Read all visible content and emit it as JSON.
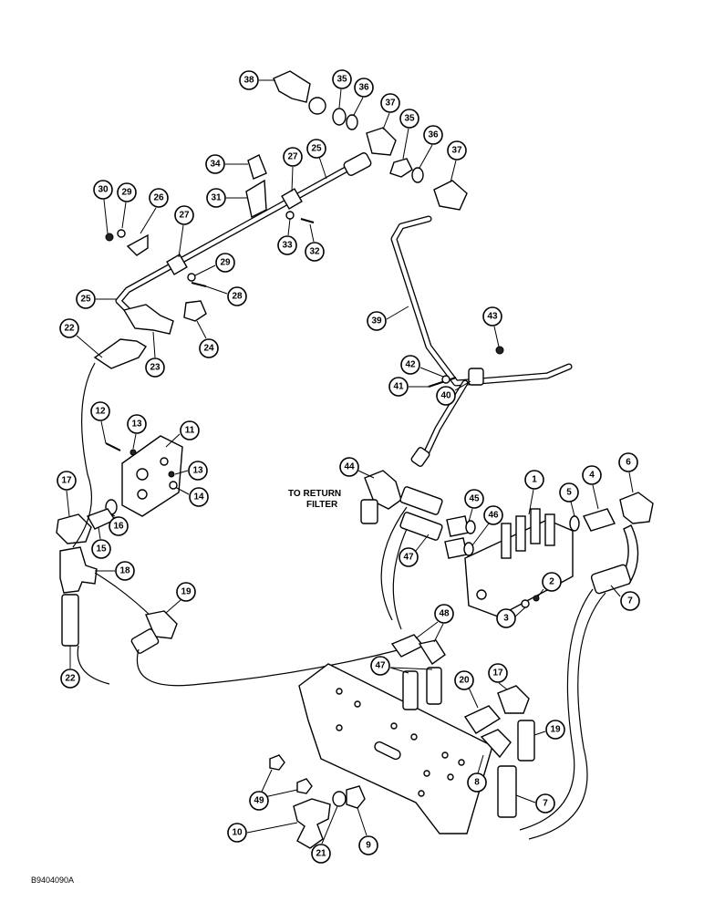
{
  "diagram": {
    "drawing_code": "B9404090A",
    "annotation_line1": "TO RETURN",
    "annotation_line2": "FILTER"
  },
  "callouts": [
    {
      "label": "38"
    },
    {
      "label": "35"
    },
    {
      "label": "36"
    },
    {
      "label": "37"
    },
    {
      "label": "35"
    },
    {
      "label": "36"
    },
    {
      "label": "37"
    },
    {
      "label": "34"
    },
    {
      "label": "27"
    },
    {
      "label": "25"
    },
    {
      "label": "31"
    },
    {
      "label": "30"
    },
    {
      "label": "29"
    },
    {
      "label": "26"
    },
    {
      "label": "27"
    },
    {
      "label": "33"
    },
    {
      "label": "32"
    },
    {
      "label": "29"
    },
    {
      "label": "28"
    },
    {
      "label": "25"
    },
    {
      "label": "22"
    },
    {
      "label": "23"
    },
    {
      "label": "24"
    },
    {
      "label": "39"
    },
    {
      "label": "43"
    },
    {
      "label": "42"
    },
    {
      "label": "41"
    },
    {
      "label": "40"
    },
    {
      "label": "12"
    },
    {
      "label": "13"
    },
    {
      "label": "11"
    },
    {
      "label": "13"
    },
    {
      "label": "14"
    },
    {
      "label": "17"
    },
    {
      "label": "16"
    },
    {
      "label": "15"
    },
    {
      "label": "18"
    },
    {
      "label": "22"
    },
    {
      "label": "19"
    },
    {
      "label": "44"
    },
    {
      "label": "45"
    },
    {
      "label": "46"
    },
    {
      "label": "47"
    },
    {
      "label": "1"
    },
    {
      "label": "5"
    },
    {
      "label": "4"
    },
    {
      "label": "6"
    },
    {
      "label": "2"
    },
    {
      "label": "3"
    },
    {
      "label": "7"
    },
    {
      "label": "48"
    },
    {
      "label": "47"
    },
    {
      "label": "20"
    },
    {
      "label": "17"
    },
    {
      "label": "19"
    },
    {
      "label": "8"
    },
    {
      "label": "7"
    },
    {
      "label": "49"
    },
    {
      "label": "10"
    },
    {
      "label": "21"
    },
    {
      "label": "9"
    }
  ]
}
